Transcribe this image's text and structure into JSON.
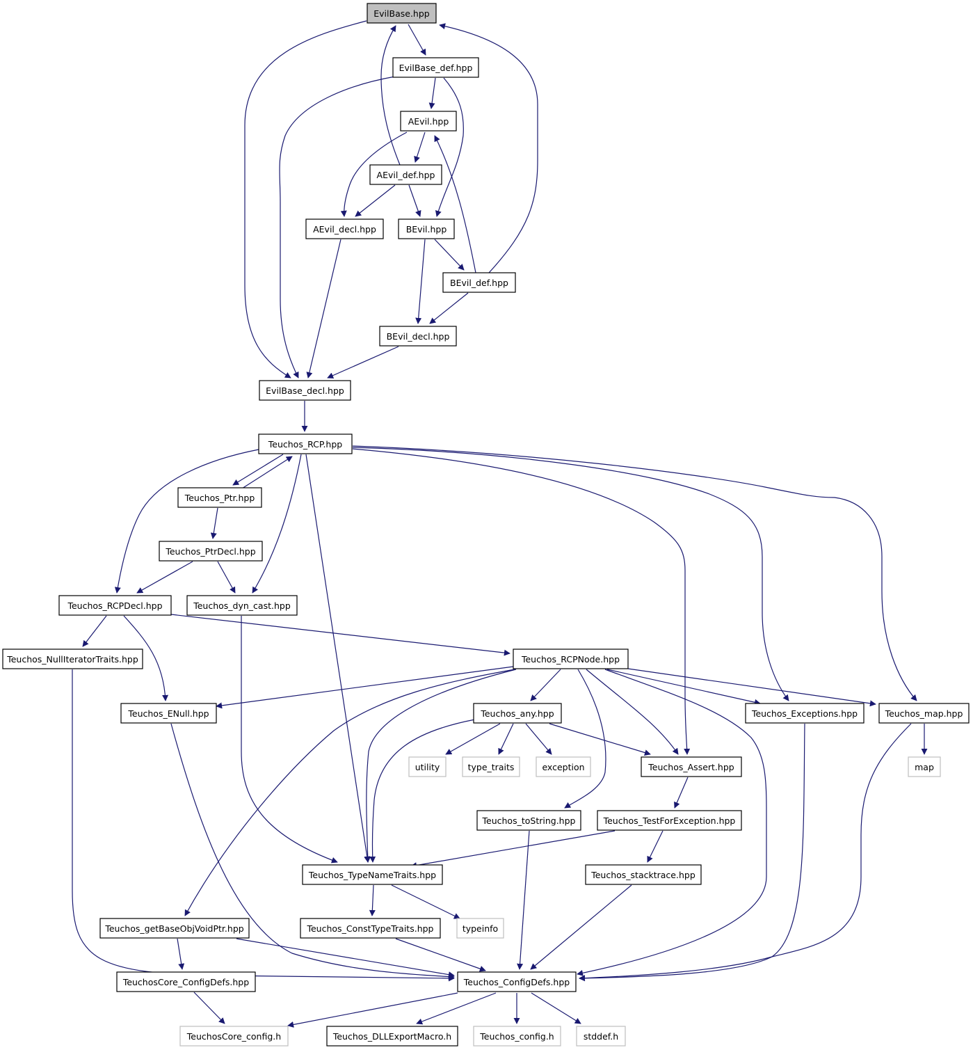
{
  "diagram": {
    "title": "",
    "colors": {
      "edge": "#191970",
      "node_border": "#000000",
      "external_border": "#bfbfbf",
      "root_fill": "#bfbfbf"
    },
    "nodes": [
      {
        "id": "evilbase",
        "label": "EvilBase.hpp",
        "kind": "root"
      },
      {
        "id": "evilbase_def",
        "label": "EvilBase_def.hpp",
        "kind": "file"
      },
      {
        "id": "aevil",
        "label": "AEvil.hpp",
        "kind": "file"
      },
      {
        "id": "aevil_def",
        "label": "AEvil_def.hpp",
        "kind": "file"
      },
      {
        "id": "aevil_decl",
        "label": "AEvil_decl.hpp",
        "kind": "file"
      },
      {
        "id": "bevil",
        "label": "BEvil.hpp",
        "kind": "file"
      },
      {
        "id": "bevil_def",
        "label": "BEvil_def.hpp",
        "kind": "file"
      },
      {
        "id": "bevil_decl",
        "label": "BEvil_decl.hpp",
        "kind": "file"
      },
      {
        "id": "evilbase_decl",
        "label": "EvilBase_decl.hpp",
        "kind": "file"
      },
      {
        "id": "rcp",
        "label": "Teuchos_RCP.hpp",
        "kind": "file"
      },
      {
        "id": "ptr",
        "label": "Teuchos_Ptr.hpp",
        "kind": "file"
      },
      {
        "id": "ptrdecl",
        "label": "Teuchos_PtrDecl.hpp",
        "kind": "file"
      },
      {
        "id": "rcpdecl",
        "label": "Teuchos_RCPDecl.hpp",
        "kind": "file"
      },
      {
        "id": "dyncast",
        "label": "Teuchos_dyn_cast.hpp",
        "kind": "file"
      },
      {
        "id": "nulliter",
        "label": "Teuchos_NullIteratorTraits.hpp",
        "kind": "file"
      },
      {
        "id": "rcpnode",
        "label": "Teuchos_RCPNode.hpp",
        "kind": "file"
      },
      {
        "id": "enull",
        "label": "Teuchos_ENull.hpp",
        "kind": "file"
      },
      {
        "id": "any",
        "label": "Teuchos_any.hpp",
        "kind": "file"
      },
      {
        "id": "exceptions",
        "label": "Teuchos_Exceptions.hpp",
        "kind": "file"
      },
      {
        "id": "tmap",
        "label": "Teuchos_map.hpp",
        "kind": "file"
      },
      {
        "id": "utility",
        "label": "utility",
        "kind": "external"
      },
      {
        "id": "type_traits",
        "label": "type_traits",
        "kind": "external"
      },
      {
        "id": "exception",
        "label": "exception",
        "kind": "external"
      },
      {
        "id": "assert",
        "label": "Teuchos_Assert.hpp",
        "kind": "file"
      },
      {
        "id": "map",
        "label": "map",
        "kind": "external"
      },
      {
        "id": "tostring",
        "label": "Teuchos_toString.hpp",
        "kind": "file"
      },
      {
        "id": "testforexc",
        "label": "Teuchos_TestForException.hpp",
        "kind": "file"
      },
      {
        "id": "typename",
        "label": "Teuchos_TypeNameTraits.hpp",
        "kind": "file"
      },
      {
        "id": "stacktrace",
        "label": "Teuchos_stacktrace.hpp",
        "kind": "file"
      },
      {
        "id": "getbase",
        "label": "Teuchos_getBaseObjVoidPtr.hpp",
        "kind": "file"
      },
      {
        "id": "consttype",
        "label": "Teuchos_ConstTypeTraits.hpp",
        "kind": "file"
      },
      {
        "id": "typeinfo",
        "label": "typeinfo",
        "kind": "external"
      },
      {
        "id": "coreconfigdefs",
        "label": "TeuchosCore_ConfigDefs.hpp",
        "kind": "file"
      },
      {
        "id": "configdefs",
        "label": "Teuchos_ConfigDefs.hpp",
        "kind": "file"
      },
      {
        "id": "coreconfig",
        "label": "TeuchosCore_config.h",
        "kind": "external"
      },
      {
        "id": "dllexport",
        "label": "Teuchos_DLLExportMacro.h",
        "kind": "file"
      },
      {
        "id": "tconfig",
        "label": "Teuchos_config.h",
        "kind": "external"
      },
      {
        "id": "stddef",
        "label": "stddef.h",
        "kind": "external"
      }
    ],
    "edges": [
      {
        "from": "evilbase",
        "to": "evilbase_def"
      },
      {
        "from": "evilbase",
        "to": "evilbase_decl"
      },
      {
        "from": "evilbase_def",
        "to": "aevil"
      },
      {
        "from": "evilbase_def",
        "to": "bevil"
      },
      {
        "from": "evilbase_def",
        "to": "evilbase_decl"
      },
      {
        "from": "aevil",
        "to": "aevil_def"
      },
      {
        "from": "aevil",
        "to": "aevil_decl"
      },
      {
        "from": "aevil_def",
        "to": "evilbase"
      },
      {
        "from": "aevil_def",
        "to": "aevil_decl"
      },
      {
        "from": "aevil_def",
        "to": "bevil"
      },
      {
        "from": "bevil",
        "to": "bevil_def"
      },
      {
        "from": "bevil",
        "to": "bevil_decl"
      },
      {
        "from": "bevil_def",
        "to": "evilbase"
      },
      {
        "from": "bevil_def",
        "to": "aevil"
      },
      {
        "from": "bevil_def",
        "to": "bevil_decl"
      },
      {
        "from": "aevil_decl",
        "to": "evilbase_decl"
      },
      {
        "from": "bevil_decl",
        "to": "evilbase_decl"
      },
      {
        "from": "evilbase_decl",
        "to": "rcp"
      },
      {
        "from": "rcp",
        "to": "ptr"
      },
      {
        "from": "ptr",
        "to": "rcp"
      },
      {
        "from": "rcp",
        "to": "rcpdecl"
      },
      {
        "from": "rcp",
        "to": "dyncast"
      },
      {
        "from": "rcp",
        "to": "typename"
      },
      {
        "from": "rcp",
        "to": "assert"
      },
      {
        "from": "rcp",
        "to": "exceptions"
      },
      {
        "from": "rcp",
        "to": "tmap"
      },
      {
        "from": "ptr",
        "to": "ptrdecl"
      },
      {
        "from": "ptrdecl",
        "to": "rcpdecl"
      },
      {
        "from": "ptrdecl",
        "to": "dyncast"
      },
      {
        "from": "rcpdecl",
        "to": "nulliter"
      },
      {
        "from": "rcpdecl",
        "to": "enull"
      },
      {
        "from": "rcpdecl",
        "to": "rcpnode"
      },
      {
        "from": "dyncast",
        "to": "typename"
      },
      {
        "from": "nulliter",
        "to": "configdefs"
      },
      {
        "from": "rcpnode",
        "to": "enull"
      },
      {
        "from": "rcpnode",
        "to": "any"
      },
      {
        "from": "rcpnode",
        "to": "getbase"
      },
      {
        "from": "rcpnode",
        "to": "typename"
      },
      {
        "from": "rcpnode",
        "to": "tostring"
      },
      {
        "from": "rcpnode",
        "to": "assert"
      },
      {
        "from": "rcpnode",
        "to": "exceptions"
      },
      {
        "from": "rcpnode",
        "to": "tmap"
      },
      {
        "from": "rcpnode",
        "to": "configdefs"
      },
      {
        "from": "enull",
        "to": "configdefs"
      },
      {
        "from": "any",
        "to": "utility"
      },
      {
        "from": "any",
        "to": "type_traits"
      },
      {
        "from": "any",
        "to": "exception"
      },
      {
        "from": "any",
        "to": "assert"
      },
      {
        "from": "any",
        "to": "typename"
      },
      {
        "from": "exceptions",
        "to": "configdefs"
      },
      {
        "from": "tmap",
        "to": "map"
      },
      {
        "from": "tmap",
        "to": "configdefs"
      },
      {
        "from": "assert",
        "to": "testforexc"
      },
      {
        "from": "testforexc",
        "to": "typename"
      },
      {
        "from": "testforexc",
        "to": "stacktrace"
      },
      {
        "from": "tostring",
        "to": "configdefs"
      },
      {
        "from": "stacktrace",
        "to": "configdefs"
      },
      {
        "from": "typename",
        "to": "consttype"
      },
      {
        "from": "typename",
        "to": "typeinfo"
      },
      {
        "from": "consttype",
        "to": "configdefs"
      },
      {
        "from": "getbase",
        "to": "coreconfigdefs"
      },
      {
        "from": "getbase",
        "to": "configdefs"
      },
      {
        "from": "coreconfigdefs",
        "to": "coreconfig"
      },
      {
        "from": "configdefs",
        "to": "coreconfig"
      },
      {
        "from": "configdefs",
        "to": "dllexport"
      },
      {
        "from": "configdefs",
        "to": "tconfig"
      },
      {
        "from": "configdefs",
        "to": "stddef"
      }
    ]
  }
}
